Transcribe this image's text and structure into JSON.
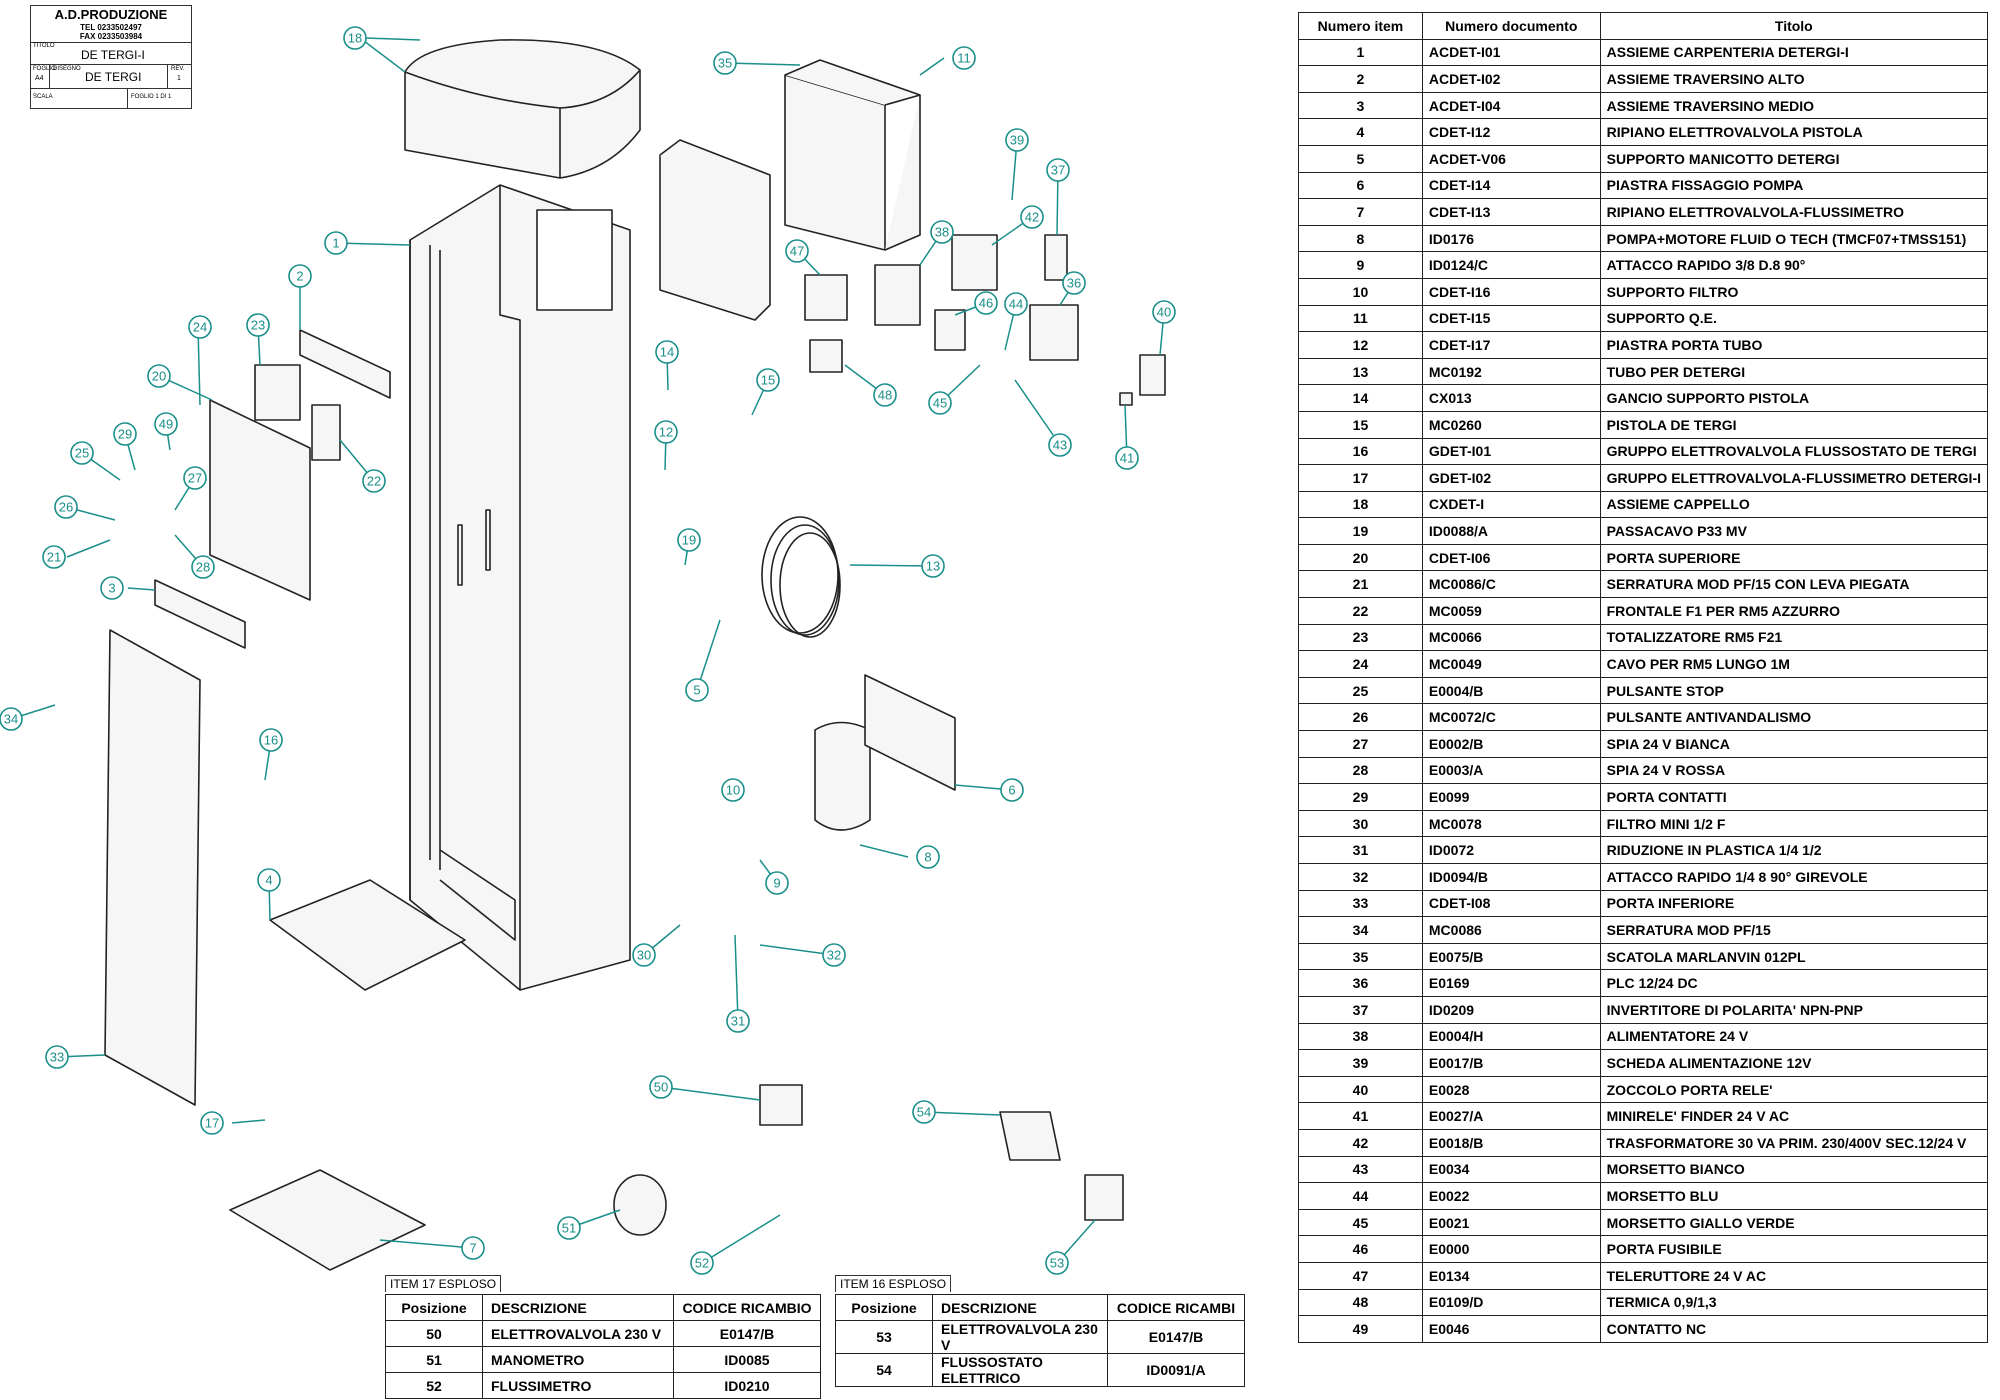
{
  "title_block": {
    "company": "A.D.PRODUZIONE",
    "tel": "TEL 0233502497",
    "fax": "FAX 0233503984",
    "titolo_label": "TITOLO",
    "titolo": "DE TERGI-I",
    "foglio_label": "FOGLIO",
    "foglio": "A4",
    "disegno_label": "DISEGNO",
    "disegno": "DE TERGI",
    "rev_label": "REV.",
    "rev": "1",
    "scala_label": "SCALA",
    "scala": "",
    "foglio_di_label": "FOGLIO 1 DI 1"
  },
  "callouts": [
    "1",
    "2",
    "3",
    "4",
    "5",
    "6",
    "7",
    "8",
    "9",
    "10",
    "11",
    "12",
    "13",
    "14",
    "15",
    "16",
    "17",
    "18",
    "19",
    "20",
    "21",
    "22",
    "23",
    "24",
    "25",
    "26",
    "27",
    "28",
    "29",
    "30",
    "31",
    "32",
    "33",
    "34",
    "35",
    "36",
    "37",
    "38",
    "39",
    "40",
    "41",
    "42",
    "43",
    "44",
    "45",
    "46",
    "47",
    "48",
    "49",
    "50",
    "51",
    "52",
    "53",
    "54"
  ],
  "parts_table": {
    "headers": [
      "Numero item",
      "Numero documento",
      "Titolo"
    ],
    "rows": [
      [
        "1",
        "ACDET-I01",
        "ASSIEME CARPENTERIA DETERGI-I"
      ],
      [
        "2",
        "ACDET-I02",
        "ASSIEME TRAVERSINO ALTO"
      ],
      [
        "3",
        "ACDET-I04",
        "ASSIEME TRAVERSINO MEDIO"
      ],
      [
        "4",
        "CDET-I12",
        "RIPIANO ELETTROVALVOLA  PISTOLA"
      ],
      [
        "5",
        "ACDET-V06",
        "SUPPORTO MANICOTTO DETERGI"
      ],
      [
        "6",
        "CDET-I14",
        "PIASTRA FISSAGGIO POMPA"
      ],
      [
        "7",
        "CDET-I13",
        "RIPIANO ELETTROVALVOLA-FLUSSIMETRO"
      ],
      [
        "8",
        "ID0176",
        "POMPA+MOTORE FLUID O TECH (TMCF07+TMSS151)"
      ],
      [
        "9",
        "ID0124/C",
        "ATTACCO RAPIDO 3/8 D.8 90°"
      ],
      [
        "10",
        "CDET-I16",
        "SUPPORTO FILTRO"
      ],
      [
        "11",
        "CDET-I15",
        "SUPPORTO Q.E."
      ],
      [
        "12",
        "CDET-I17",
        "PIASTRA PORTA TUBO"
      ],
      [
        "13",
        "MC0192",
        "TUBO PER DETERGI"
      ],
      [
        "14",
        "CX013",
        "GANCIO SUPPORTO PISTOLA"
      ],
      [
        "15",
        "MC0260",
        "PISTOLA DE TERGI"
      ],
      [
        "16",
        "GDET-I01",
        "GRUPPO ELETTROVALVOLA FLUSSOSTATO DE TERGI"
      ],
      [
        "17",
        "GDET-I02",
        "GRUPPO ELETTROVALVOLA-FLUSSIMETRO DETERGI-I"
      ],
      [
        "18",
        "CXDET-I",
        "ASSIEME CAPPELLO"
      ],
      [
        "19",
        "ID0088/A",
        "PASSACAVO P33 MV"
      ],
      [
        "20",
        "CDET-I06",
        "PORTA SUPERIORE"
      ],
      [
        "21",
        "MC0086/C",
        "SERRATURA MOD PF/15 CON LEVA PIEGATA"
      ],
      [
        "22",
        "MC0059",
        "FRONTALE F1 PER RM5 AZZURRO"
      ],
      [
        "23",
        "MC0066",
        "TOTALIZZATORE RM5 F21"
      ],
      [
        "24",
        "MC0049",
        "CAVO PER RM5 LUNGO 1M"
      ],
      [
        "25",
        "E0004/B",
        "PULSANTE STOP"
      ],
      [
        "26",
        "MC0072/C",
        "PULSANTE ANTIVANDALISMO"
      ],
      [
        "27",
        "E0002/B",
        "SPIA 24 V BIANCA"
      ],
      [
        "28",
        "E0003/A",
        "SPIA 24 V ROSSA"
      ],
      [
        "29",
        "E0099",
        "PORTA CONTATTI"
      ],
      [
        "30",
        "MC0078",
        "FILTRO MINI 1/2 F"
      ],
      [
        "31",
        "ID0072",
        "RIDUZIONE IN PLASTICA 1/4 1/2"
      ],
      [
        "32",
        "ID0094/B",
        "ATTACCO RAPIDO 1/4 8 90°  GIREVOLE"
      ],
      [
        "33",
        "CDET-I08",
        "PORTA INFERIORE"
      ],
      [
        "34",
        "MC0086",
        "SERRATURA MOD PF/15"
      ],
      [
        "35",
        "E0075/B",
        "SCATOLA MARLANVIN 012PL"
      ],
      [
        "36",
        "E0169",
        "PLC 12/24 DC"
      ],
      [
        "37",
        "ID0209",
        "INVERTITORE DI POLARITA' NPN-PNP"
      ],
      [
        "38",
        "E0004/H",
        "ALIMENTATORE 24 V"
      ],
      [
        "39",
        "E0017/B",
        "SCHEDA ALIMENTAZIONE 12V"
      ],
      [
        "40",
        "E0028",
        "ZOCCOLO PORTA RELE'"
      ],
      [
        "41",
        "E0027/A",
        "MINIRELE' FINDER 24 V AC"
      ],
      [
        "42",
        "E0018/B",
        "TRASFORMATORE  30 VA PRIM. 230/400V SEC.12/24 V"
      ],
      [
        "43",
        "E0034",
        "MORSETTO BIANCO"
      ],
      [
        "44",
        "E0022",
        "MORSETTO BLU"
      ],
      [
        "45",
        "E0021",
        "MORSETTO GIALLO VERDE"
      ],
      [
        "46",
        "E0000",
        "PORTA FUSIBILE"
      ],
      [
        "47",
        "E0134",
        "TELERUTTORE 24 V AC"
      ],
      [
        "48",
        "E0109/D",
        "TERMICA 0,9/1,3"
      ],
      [
        "49",
        "E0046",
        "CONTATTO NC"
      ]
    ]
  },
  "item17": {
    "caption": "ITEM 17 ESPLOSO",
    "headers": [
      "Posizione",
      "DESCRIZIONE",
      "CODICE RICAMBIO"
    ],
    "rows": [
      [
        "50",
        "ELETTROVALVOLA 230 V",
        "E0147/B"
      ],
      [
        "51",
        "MANOMETRO",
        "ID0085"
      ],
      [
        "52",
        "FLUSSIMETRO",
        "ID0210"
      ]
    ]
  },
  "item16": {
    "caption": "ITEM 16 ESPLOSO",
    "headers": [
      "Posizione",
      "DESCRIZIONE",
      "CODICE RICAMBI"
    ],
    "rows": [
      [
        "53",
        "ELETTROVALVOLA 230 V",
        "E0147/B"
      ],
      [
        "54",
        "FLUSSOSTATO ELETTRICO",
        "ID0091/A"
      ]
    ]
  },
  "colors": {
    "callout": "#1a8f8a",
    "line": "#222222",
    "part_fill": "#f4f4f4"
  }
}
